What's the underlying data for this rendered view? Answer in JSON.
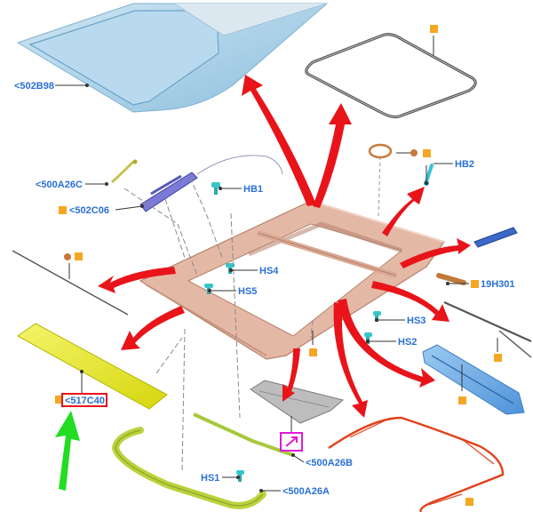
{
  "colors": {
    "callout": "#2a6fd6",
    "arrow_red": "#e8141a",
    "arrow_green": "#22dd22",
    "frame": "#d9ab96",
    "glass": "#a9cfe6",
    "orange_marker": "#f5a623",
    "highlight_box": "#e8141a",
    "magenta_box": "#e01ad8"
  },
  "labels": {
    "502B98": "<502B98",
    "500A26C": "<500A26C",
    "502C06": "<502C06",
    "HB1": "HB1",
    "HB2": "HB2",
    "HS4": "HS4",
    "HS5": "HS5",
    "19H301": "19H301",
    "HS3": "HS3",
    "HS2": "HS2",
    "517C40": "<517C40",
    "500A26B": "<500A26B",
    "HS1": "HS1",
    "500A26A": "<500A26A"
  },
  "icons": {
    "orange_marker": "square-marker-icon",
    "magenta_marker": "note-arrow-icon",
    "green_arrow": "pointer-arrow-icon"
  }
}
